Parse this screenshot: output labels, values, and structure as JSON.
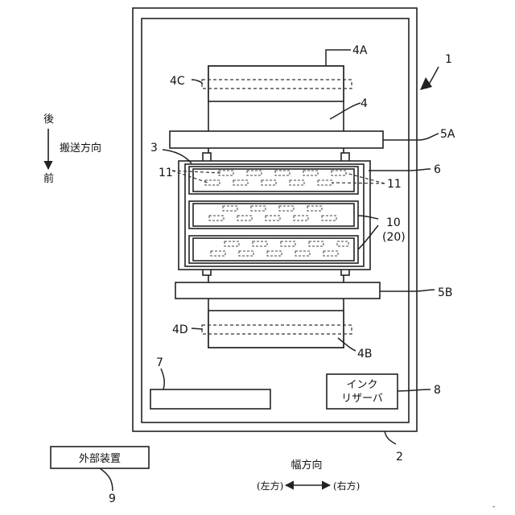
{
  "labels": {
    "printer": "1",
    "housing": "2",
    "carriage": "3",
    "platen": "4",
    "platen_upstream": "4A",
    "platen_downstream": "4B",
    "edge_upstream": "4C",
    "edge_downstream": "4D",
    "roller_upstream": "5A",
    "roller_downstream": "5B",
    "frame": "6",
    "unit7": "7",
    "reservoir": "8",
    "external": "9",
    "head": "10",
    "head_paren": "(20)",
    "nozzle_left": "11",
    "nozzle_right": "11"
  },
  "ink_reservoir": {
    "line1": "インク",
    "line2": "リザーバ"
  },
  "external_device": "外部装置",
  "direction": {
    "back": "後",
    "transport": "搬送方向",
    "front": "前",
    "width": "幅方向",
    "left": "(左方)",
    "right": "(右方)"
  },
  "corner_mark": "‑"
}
